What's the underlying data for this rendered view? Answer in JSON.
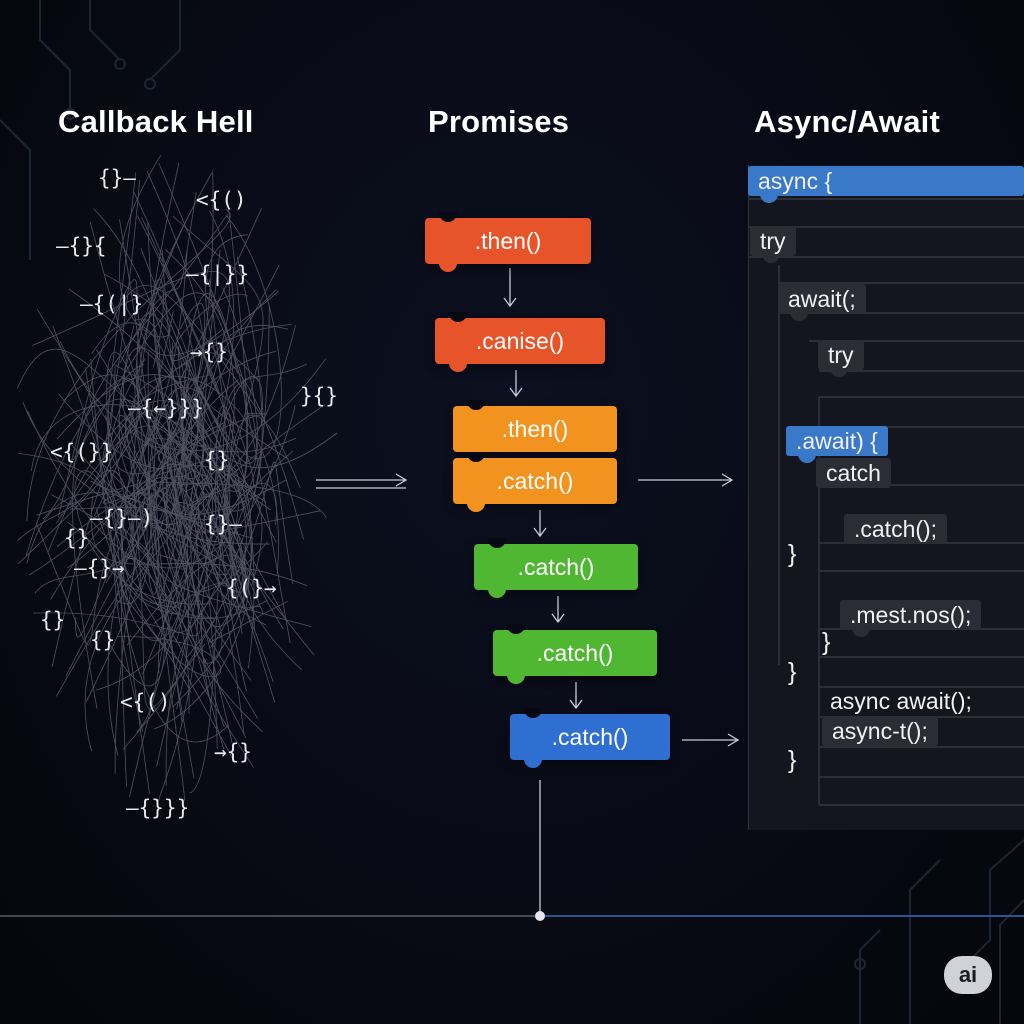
{
  "titles": {
    "callback": "Callback Hell",
    "promises": "Promises",
    "async": "Async/Await"
  },
  "callback_fragments": [
    "{}—",
    "<{()",
    "—{}{",
    "—{|}}",
    "—{(|}",
    "→{}",
    "—{←}}}",
    "}{}",
    "<{(}}",
    "{}",
    "—{}—)",
    "{}—",
    "{}",
    "—{}→",
    "{(}→",
    "{}",
    "{}",
    "<{()",
    "→{}",
    "—{}}}"
  ],
  "promise_blocks": [
    {
      "label": ".then()",
      "color": "#e8542a"
    },
    {
      "label": ".canise()",
      "color": "#e8542a"
    },
    {
      "label": ".then()",
      "color": "#f2931f"
    },
    {
      "label": ".catch()",
      "color": "#f2931f"
    },
    {
      "label": ".catch()",
      "color": "#4fb731"
    },
    {
      "label": ".catch()",
      "color": "#4fb731"
    },
    {
      "label": ".catch()",
      "color": "#2f6fd1"
    }
  ],
  "async_code": {
    "line1": "async {",
    "line2": "try",
    "line3": "await(;",
    "line4": "try",
    "line5": ".await) {",
    "line6": "catch",
    "line7": ".catch();",
    "brace1": "}",
    "line8": ".mest.nos();",
    "brace2": "}",
    "brace3": "}",
    "line9": "async await();",
    "line10": "async-t();",
    "brace4": "}"
  },
  "badge": "ai",
  "colors": {
    "background": "#070912",
    "panel": "#14161f",
    "async_blue": "#3a78c9",
    "code_box": "#2a2d36",
    "tangle": "#8a8a9a"
  }
}
